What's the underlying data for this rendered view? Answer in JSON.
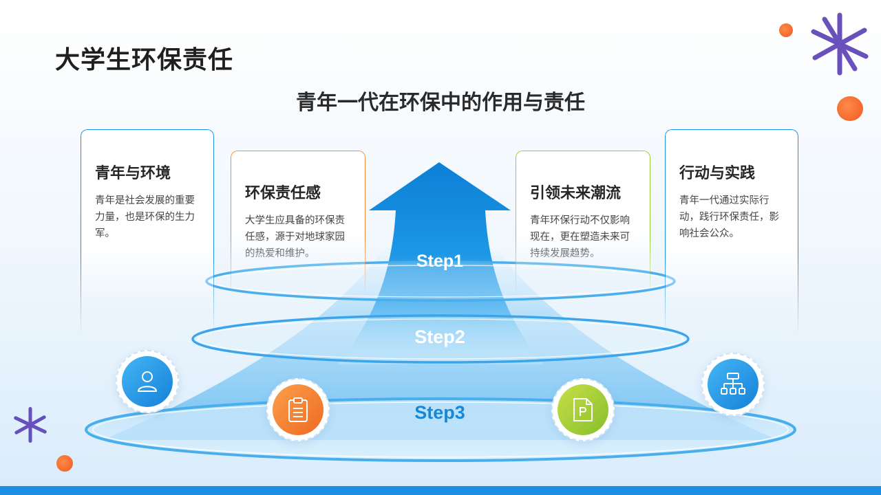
{
  "slide": {
    "title": "大学生环保责任",
    "subtitle": "青年一代在环保中的作用与责任"
  },
  "cards": [
    {
      "title": "青年与环境",
      "text": "青年是社会发展的重要力量，也是环保的生力军。",
      "accent": "#1a8fe3",
      "icon": "person-icon"
    },
    {
      "title": "环保责任感",
      "text": "大学生应具备的环保责任感，源于对地球家园的热爱和维护。",
      "accent": "#f58a3c",
      "icon": "clipboard-icon"
    },
    {
      "title": "引领未来潮流",
      "text": "青年环保行动不仅影响现在，更在塑造未来可持续发展趋势。",
      "accent": "#9ccc3a",
      "icon": "document-p-icon"
    },
    {
      "title": "行动与实践",
      "text": "青年一代通过实际行动，践行环保责任，影响社会公众。",
      "accent": "#1a8fe3",
      "icon": "hierarchy-icon"
    }
  ],
  "steps": [
    "Step1",
    "Step2",
    "Step3"
  ],
  "colors": {
    "primary": "#1a8fe3",
    "orange": "#f58a3c",
    "green": "#9ccc3a",
    "decor_purple": "#5a3fb5"
  }
}
